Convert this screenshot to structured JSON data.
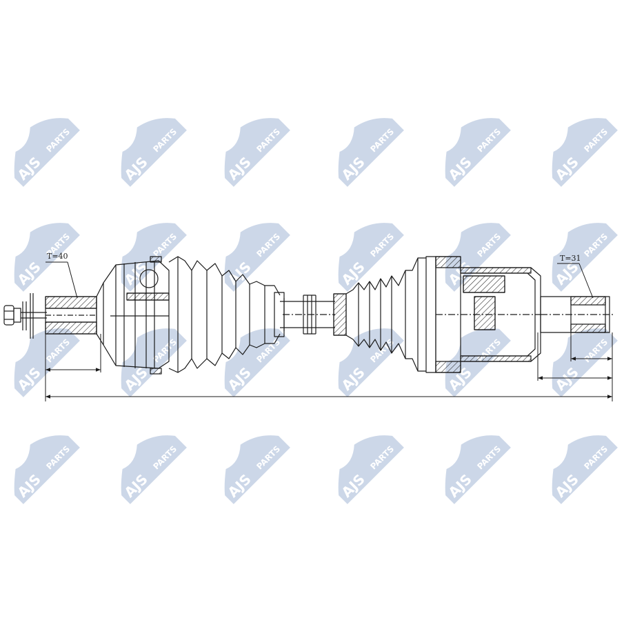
{
  "brand": {
    "logo_text_main": "AJS",
    "logo_text_sub": "PARTS",
    "watermark_color": "#c7d3e6",
    "watermark_text_color": "#ffffff"
  },
  "labels": {
    "left_spline": "T=40",
    "right_spline": "T=31"
  },
  "colors": {
    "line": "#1a1a1a",
    "hatch": "#1a1a1a",
    "background": "#ffffff"
  }
}
